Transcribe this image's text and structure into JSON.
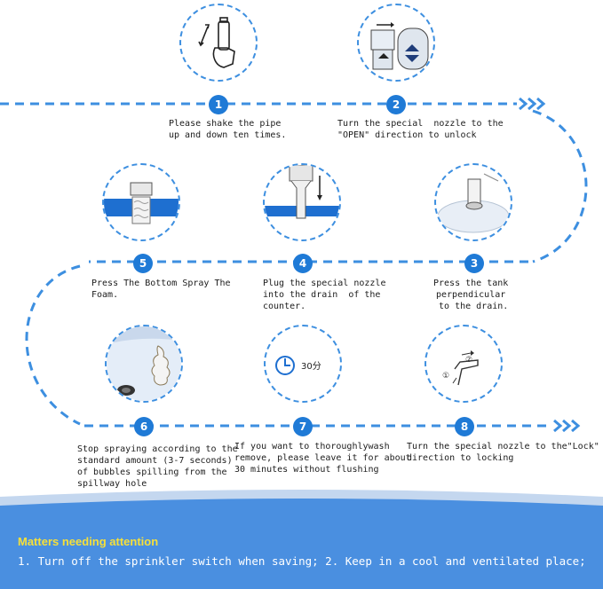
{
  "steps": [
    {
      "num": "1",
      "caption": "Please shake the pipe\nup and down ten times.",
      "icon": "hand-shaking-bottle-icon"
    },
    {
      "num": "2",
      "caption": "Turn the special  nozzle to the\n\"OPEN\" direction to unlock",
      "icon": "nozzle-open-icon"
    },
    {
      "num": "3",
      "caption": "Press the tank\nperpendicular\n to the drain.",
      "icon": "tank-press-icon"
    },
    {
      "num": "4",
      "caption": "Plug the special nozzle\ninto the drain  of the\ncounter.",
      "icon": "nozzle-plug-icon"
    },
    {
      "num": "5",
      "caption": "Press The Bottom Spray The\nFoam.",
      "icon": "foam-spray-icon"
    },
    {
      "num": "6",
      "caption": "Stop spraying according to the\nstandard amount (3-7 seconds)\nof bubbles spilling from the\nspillway hole",
      "icon": "foam-spill-icon"
    },
    {
      "num": "7",
      "caption": "If you want to thoroughlywash\nremove, please leave it for about\n30 minutes without flushing",
      "icon": "timer-icon",
      "timer_label": "30分"
    },
    {
      "num": "8",
      "caption": "Turn the special nozzle to the\"Lock\"\ndirection to locking",
      "icon": "nozzle-lock-icon",
      "marks": [
        "①",
        "②"
      ]
    }
  ],
  "attention": {
    "title": "Matters needing attention",
    "text": "1. Turn off the sprinkler switch when saving; 2. Keep in a cool and ventilated place;"
  },
  "colors": {
    "accent": "#1f7ad6",
    "path": "#3d8fe0",
    "band": "#4a8fe0",
    "title": "#f6e03a"
  }
}
